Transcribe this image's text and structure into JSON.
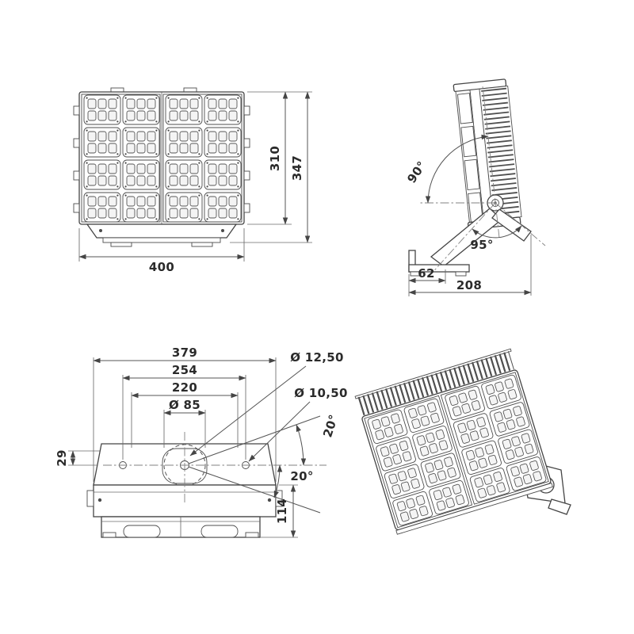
{
  "front_view": {
    "width": "400",
    "height_body": "310",
    "height_total": "347"
  },
  "side_view": {
    "angle_upper": "90°",
    "angle_lower": "95°",
    "foot_width": "62",
    "depth": "208"
  },
  "plan_view": {
    "width_total": "379",
    "width_holes": "254",
    "width_inner": "220",
    "bolt_circle": "Ø 85",
    "hole_large": "Ø 12,50",
    "hole_small": "Ø 10,50",
    "angle_upper": "20°",
    "angle_lower": "20°",
    "offset_left": "29",
    "height_body": "114"
  }
}
